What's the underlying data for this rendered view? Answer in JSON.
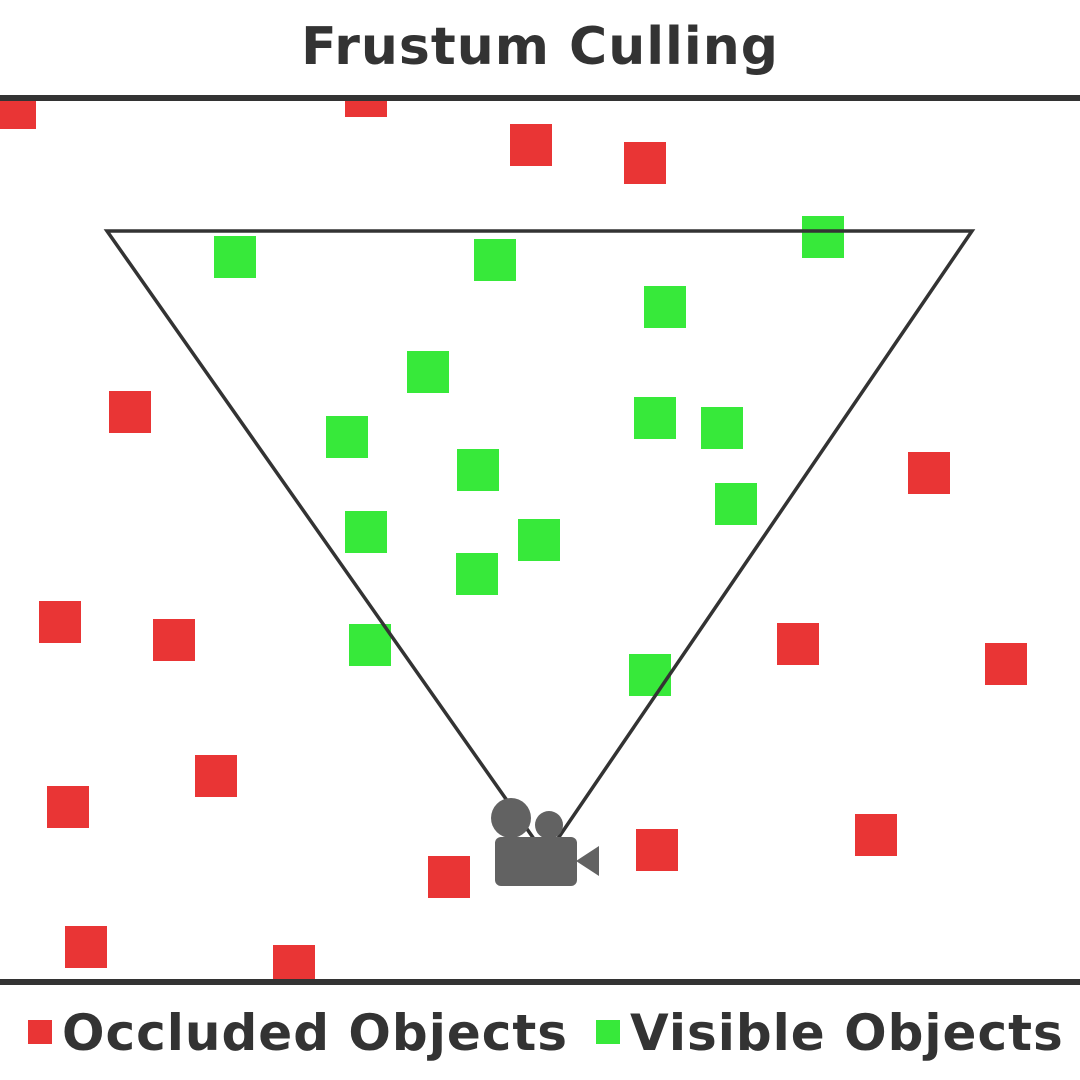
{
  "title": "Frustum Culling",
  "colors": {
    "occluded": "#e93535",
    "visible": "#37e93a",
    "line": "#333333",
    "camera": "#626262"
  },
  "camera_icon": "movie-camera-icon",
  "legend": {
    "occluded_label": "Occluded Objects",
    "visible_label": "Visible Objects"
  },
  "objects": {
    "occluded": [
      [
        15,
        108
      ],
      [
        366,
        96
      ],
      [
        531,
        145
      ],
      [
        645,
        163
      ],
      [
        130,
        412
      ],
      [
        929,
        473
      ],
      [
        60,
        622
      ],
      [
        174,
        640
      ],
      [
        798,
        644
      ],
      [
        1006,
        664
      ],
      [
        216,
        776
      ],
      [
        68,
        807
      ],
      [
        876,
        835
      ],
      [
        657,
        850
      ],
      [
        449,
        877
      ],
      [
        86,
        947
      ],
      [
        294,
        966
      ]
    ],
    "visible": [
      [
        235,
        257
      ],
      [
        495,
        260
      ],
      [
        823,
        237
      ],
      [
        665,
        307
      ],
      [
        428,
        372
      ],
      [
        347,
        437
      ],
      [
        655,
        418
      ],
      [
        722,
        428
      ],
      [
        478,
        470
      ],
      [
        736,
        504
      ],
      [
        366,
        532
      ],
      [
        539,
        540
      ],
      [
        477,
        574
      ],
      [
        370,
        645
      ],
      [
        650,
        675
      ]
    ]
  }
}
